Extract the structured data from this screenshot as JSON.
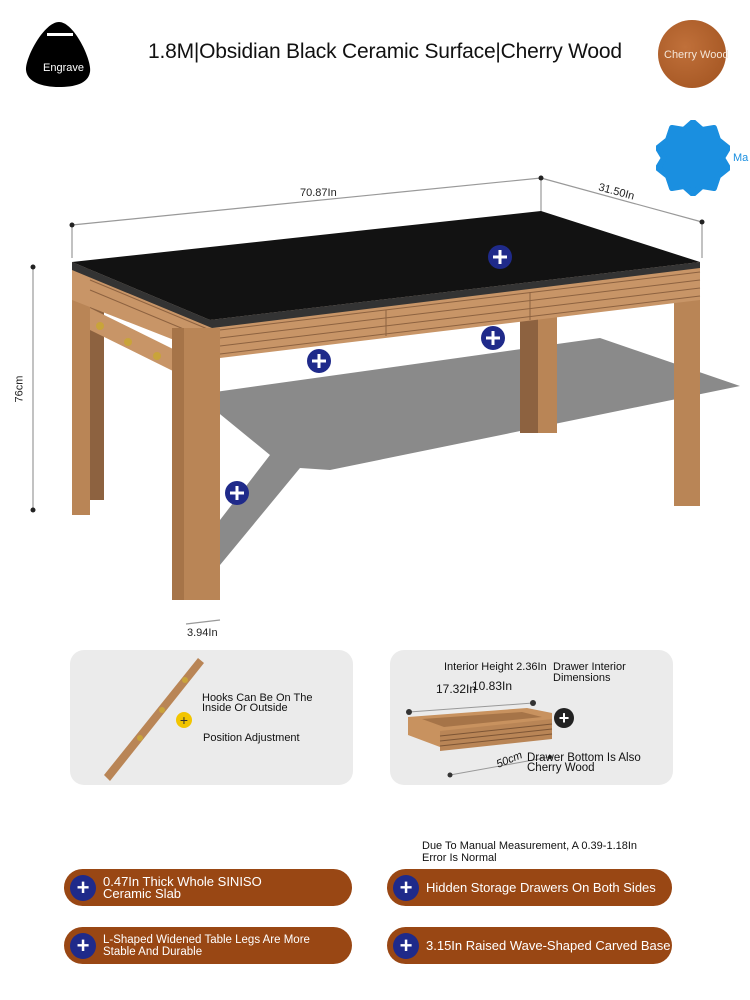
{
  "header": {
    "title": "1.8M|Obsidian Black Ceramic Surface|Cherry Wood",
    "engrave_label": "Engrave",
    "color_swatch_label": "Cherry Wood",
    "matte_badge_label": "Ma"
  },
  "dimensions": {
    "length": "70.87In",
    "width": "31.50In",
    "height": "76cm",
    "leg_width": "3.94In"
  },
  "panels": {
    "hooks": {
      "line1": "Hooks Can Be On The",
      "line2": "Inside Or Outside",
      "adjust": "Position Adjustment"
    },
    "drawer": {
      "interior_height": "Interior Height 2.36In",
      "title_line1": "Drawer Interior",
      "title_line2": "Dimensions",
      "depth": "17.32In",
      "width": "10.83In",
      "length": "50cm",
      "bottom_line1": "Drawer Bottom Is Also",
      "bottom_line2": "Cherry Wood"
    }
  },
  "note": {
    "line1": "Due To Manual Measurement, A 0.39-1.18In",
    "line2": "Error Is Normal"
  },
  "features": [
    {
      "line1": "0.47In Thick Whole SINISO",
      "line2": "Ceramic Slab"
    },
    {
      "line1": "Hidden Storage Drawers On Both Sides",
      "line2": ""
    },
    {
      "line1": "L-Shaped Widened Table Legs Are More",
      "line2": "Stable And Durable"
    },
    {
      "line1": "3.15In Raised Wave-Shaped Carved Base",
      "line2": ""
    }
  ],
  "colors": {
    "wood": "#b98556",
    "top": "#111111",
    "pill": "#994714",
    "marker": "#1f2a8a",
    "badge": "#1a8fe0"
  }
}
